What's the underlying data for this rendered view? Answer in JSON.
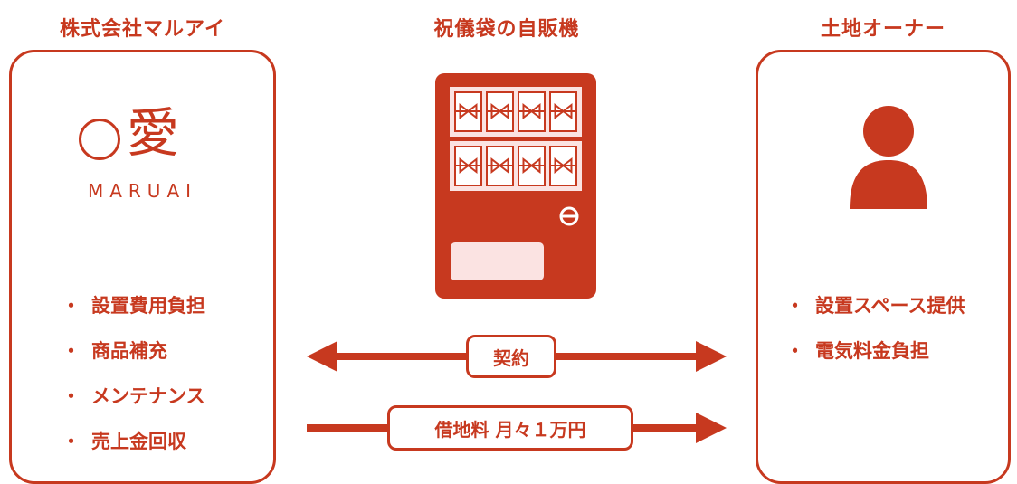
{
  "left": {
    "title": "株式会社マルアイ",
    "logo_kanji": "愛",
    "logo_word": "MARUAI",
    "items": [
      "設置費用負担",
      "商品補充",
      "メンテナンス",
      "売上金回収"
    ]
  },
  "center": {
    "title": "祝儀袋の自販機"
  },
  "right": {
    "title": "土地オーナー",
    "items": [
      "設置スペース提供",
      "電気料金負担"
    ]
  },
  "bullet": "・",
  "arrows": {
    "contract_label": "契約",
    "rent_label": "借地料 月々１万円"
  },
  "icons": {
    "owner": "person-icon",
    "machine": "vending-machine-icon"
  },
  "colors": {
    "accent": "#c7391f",
    "panel_fill": "#fbe3e2"
  }
}
